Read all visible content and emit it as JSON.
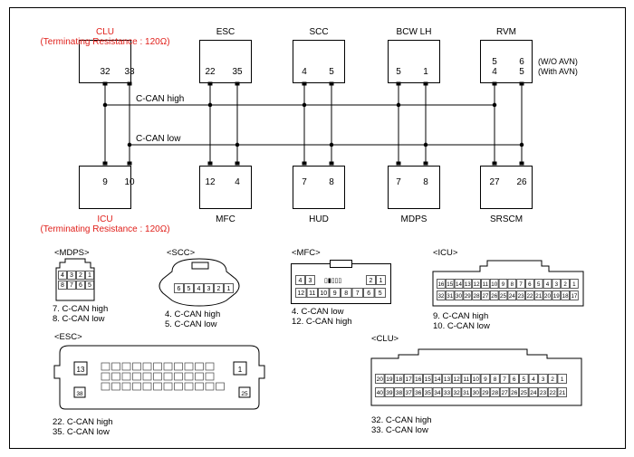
{
  "top_modules": [
    {
      "label": "CLU",
      "note": "(Terminating Resistance : 120Ω)",
      "pins": [
        "32",
        "33"
      ]
    },
    {
      "label": "ESC",
      "note": "",
      "pins": [
        "22",
        "35"
      ]
    },
    {
      "label": "SCC",
      "note": "",
      "pins": [
        "4",
        "5"
      ]
    },
    {
      "label": "BCW LH",
      "note": "",
      "pins": [
        "5",
        "1"
      ]
    },
    {
      "label": "RVM",
      "note": "",
      "pins": [
        "5",
        "6"
      ],
      "pins2": [
        "4",
        "5"
      ],
      "side_notes": [
        "(W/O AVN)",
        "(With AVN)"
      ]
    }
  ],
  "bottom_modules": [
    {
      "label": "ICU",
      "note": "(Terminating Resistance : 120Ω)",
      "pins": [
        "9",
        "10"
      ]
    },
    {
      "label": "MFC",
      "note": "",
      "pins": [
        "12",
        "4"
      ]
    },
    {
      "label": "HUD",
      "note": "",
      "pins": [
        "7",
        "8"
      ]
    },
    {
      "label": "MDPS",
      "note": "",
      "pins": [
        "7",
        "8"
      ]
    },
    {
      "label": "SRSCM",
      "note": "",
      "pins": [
        "27",
        "26"
      ]
    }
  ],
  "bus_lines": {
    "high": "C-CAN high",
    "low": "C-CAN low"
  },
  "connectors": {
    "mdps": {
      "title": "<MDPS>",
      "row1": [
        "4",
        "3",
        "2",
        "1"
      ],
      "row2": [
        "8",
        "7",
        "6",
        "5"
      ],
      "notes": [
        "7. C-CAN high",
        "8. C-CAN low"
      ]
    },
    "scc": {
      "title": "<SCC>",
      "row1": [
        "6",
        "5",
        "4",
        "3",
        "2",
        "1"
      ],
      "notes": [
        "4. C-CAN high",
        "5. C-CAN low"
      ]
    },
    "mfc": {
      "title": "<MFC>",
      "row1": [
        "4",
        "3",
        "2",
        "1"
      ],
      "row2": [
        "12",
        "11",
        "10",
        "9",
        "8",
        "7",
        "6",
        "5"
      ],
      "notes": [
        "4. C-CAN low",
        "12. C-CAN high"
      ]
    },
    "icu": {
      "title": "<ICU>",
      "row1": [
        "16",
        "15",
        "14",
        "13",
        "12",
        "11",
        "10",
        "9",
        "8",
        "7",
        "6",
        "5",
        "4",
        "3",
        "2",
        "1"
      ],
      "row2": [
        "32",
        "31",
        "30",
        "29",
        "28",
        "27",
        "26",
        "25",
        "24",
        "23",
        "22",
        "21",
        "20",
        "19",
        "18",
        "17"
      ],
      "notes": [
        "9. C-CAN high",
        "10. C-CAN low"
      ]
    },
    "esc": {
      "title": "<ESC>",
      "corner_top_left": "13",
      "corner_top_right": "1",
      "corner_bottom_left": "38",
      "corner_bottom_right": "25",
      "notes": [
        "22. C-CAN high",
        "35. C-CAN low"
      ]
    },
    "clu": {
      "title": "<CLU>",
      "row1": [
        "20",
        "19",
        "18",
        "17",
        "16",
        "15",
        "14",
        "13",
        "12",
        "11",
        "10",
        "9",
        "8",
        "7",
        "6",
        "5",
        "4",
        "3",
        "2",
        "1"
      ],
      "row2": [
        "40",
        "39",
        "38",
        "37",
        "36",
        "35",
        "34",
        "33",
        "32",
        "31",
        "30",
        "29",
        "28",
        "27",
        "26",
        "25",
        "24",
        "23",
        "22",
        "21"
      ],
      "notes": [
        "32. C-CAN high",
        "33. C-CAN low"
      ]
    }
  },
  "colors": {
    "accent": "#e0201b",
    "line": "#000000",
    "cell_border": "#555555"
  }
}
